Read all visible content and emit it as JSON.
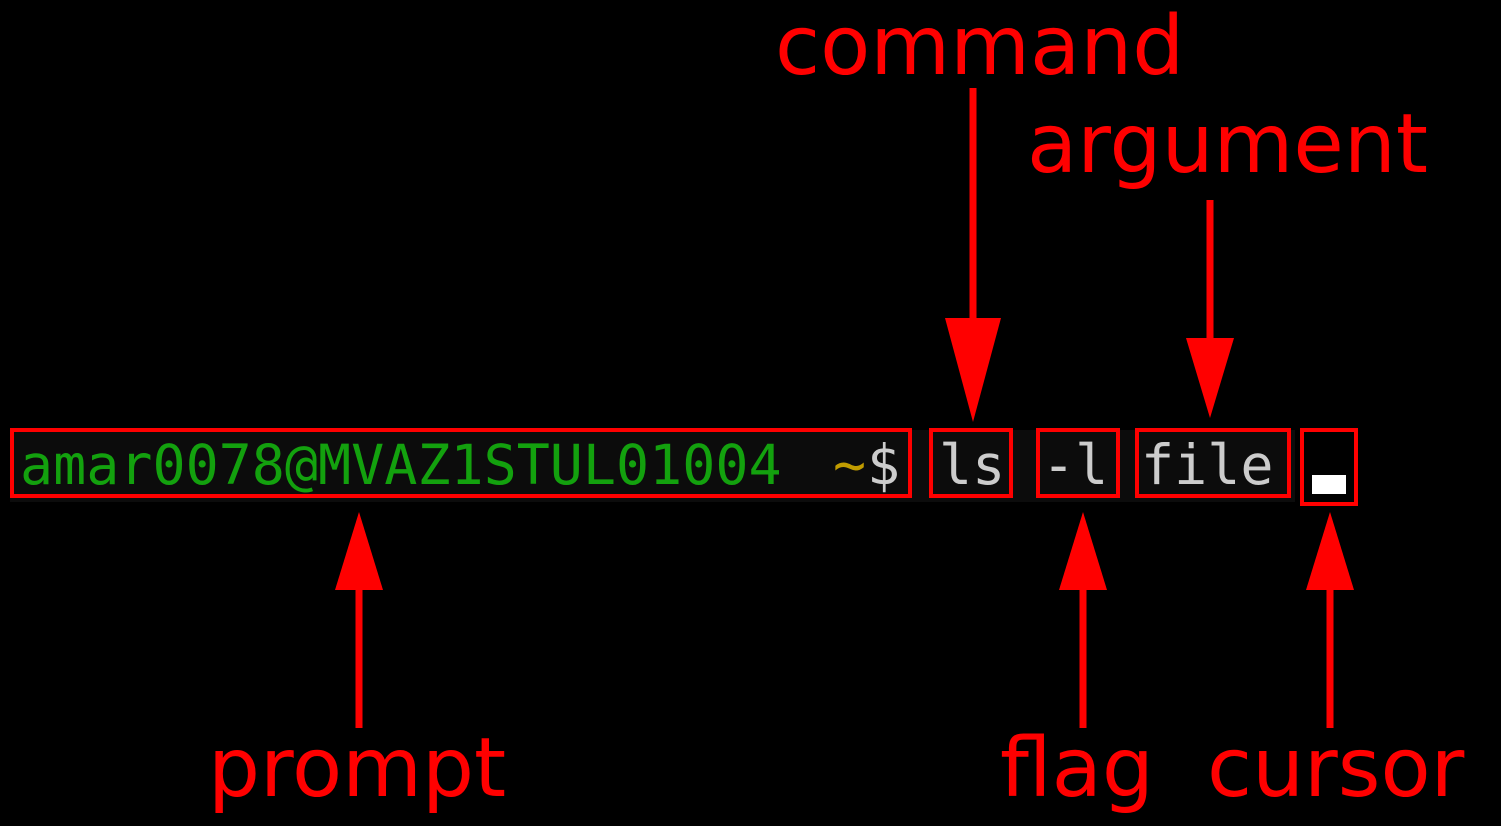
{
  "labels": {
    "command": "command",
    "argument": "argument",
    "prompt": "prompt",
    "flag": "flag",
    "cursor": "cursor"
  },
  "terminal": {
    "user_host": "amar0078@MVAZ1STUL01004",
    "tilde": "~",
    "dollar": "$",
    "command": "ls",
    "flag": "-l",
    "argument": "file"
  },
  "colors": {
    "annotation": "#ff0000",
    "background": "#000000",
    "prompt_user": "#13a10e",
    "prompt_tilde": "#c19c00",
    "text": "#cccccc",
    "cursor": "#ffffff"
  }
}
